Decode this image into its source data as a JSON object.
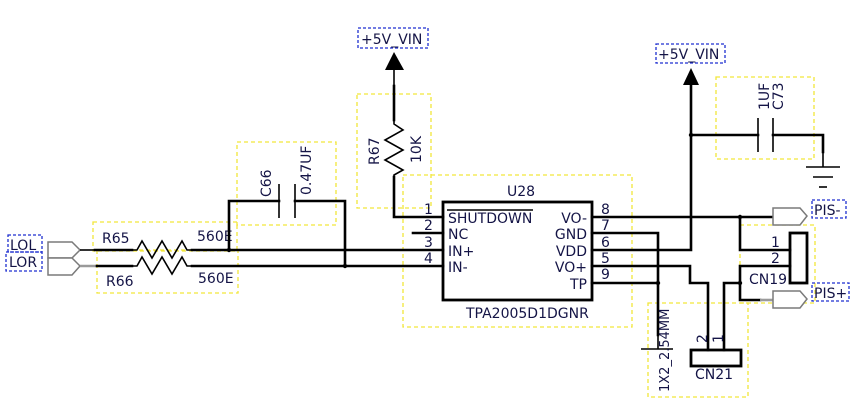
{
  "power": {
    "vin_left": "+5V_VIN",
    "vin_right": "+5V_VIN"
  },
  "ports": {
    "lol": "LOL",
    "lor": "LOR",
    "pis_minus": "PIS-",
    "pis_plus": "PIS+"
  },
  "r65": {
    "ref": "R65",
    "value": "560E"
  },
  "r66": {
    "ref": "R66",
    "value": "560E"
  },
  "r67": {
    "ref": "R67",
    "value": "10K"
  },
  "c66": {
    "ref": "C66",
    "value": "0.47UF"
  },
  "c73": {
    "ref": "C73",
    "value": "1UF"
  },
  "u28": {
    "ref": "U28",
    "part": "TPA2005D1DGNR",
    "left_pins": [
      {
        "num": "1",
        "name": "SHUTDOWN"
      },
      {
        "num": "2",
        "name": "NC"
      },
      {
        "num": "3",
        "name": "IN+"
      },
      {
        "num": "4",
        "name": "IN-"
      }
    ],
    "right_pins": [
      {
        "num": "8",
        "name": "VO-"
      },
      {
        "num": "7",
        "name": "GND"
      },
      {
        "num": "6",
        "name": "VDD"
      },
      {
        "num": "5",
        "name": "VO+"
      },
      {
        "num": "9",
        "name": "TP"
      }
    ]
  },
  "cn19": {
    "ref": "CN19",
    "pins": [
      "1",
      "2"
    ]
  },
  "cn21": {
    "ref": "CN21",
    "footprint": "1X2_2.54MM",
    "pins": [
      "2",
      "1"
    ]
  }
}
